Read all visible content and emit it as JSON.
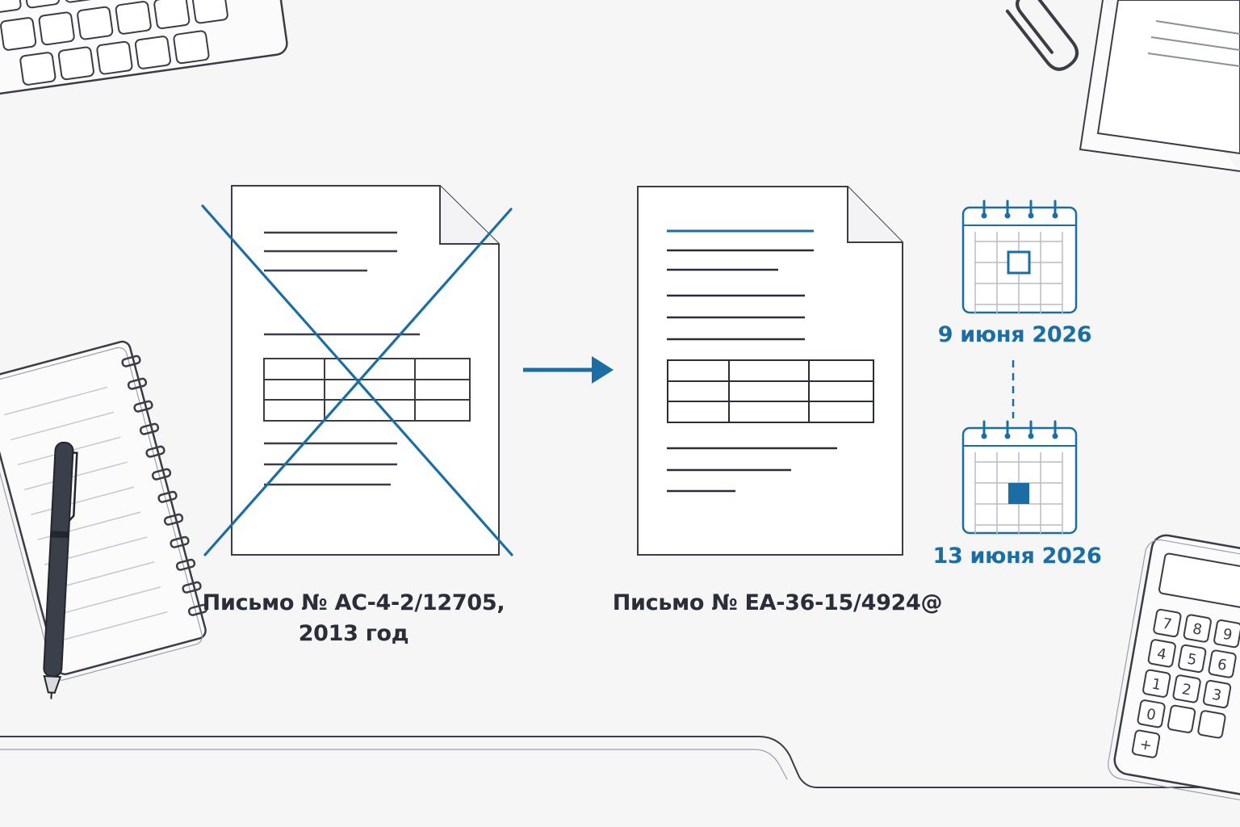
{
  "colors": {
    "accent": "#1a6ea3",
    "ink": "#2a2e38",
    "line": "#3a3d45",
    "grid": "#b8bcc4",
    "background": "#f6f6f7"
  },
  "old_document": {
    "caption_line1": "Письмо № АС-4-2/12705,",
    "caption_line2": "2013 год",
    "state": "crossed-out"
  },
  "new_document": {
    "caption": "Письмо № ЕА-36-15/4924@"
  },
  "timeline": {
    "start": {
      "label": "9 июня 2026",
      "marker": "outlined-cell"
    },
    "end": {
      "label": "13 июня 2026",
      "marker": "filled-cell"
    }
  },
  "icons": [
    "keyboard-icon",
    "paperclip-icon",
    "papers-icon",
    "notebook-icon",
    "pen-icon",
    "calculator-icon",
    "calendar-icon",
    "arrow-right-icon"
  ],
  "calculator_keys": [
    "7",
    "8",
    "9",
    "4",
    "5",
    "6",
    "1",
    "2",
    "3",
    "0",
    "",
    "",
    "+"
  ]
}
